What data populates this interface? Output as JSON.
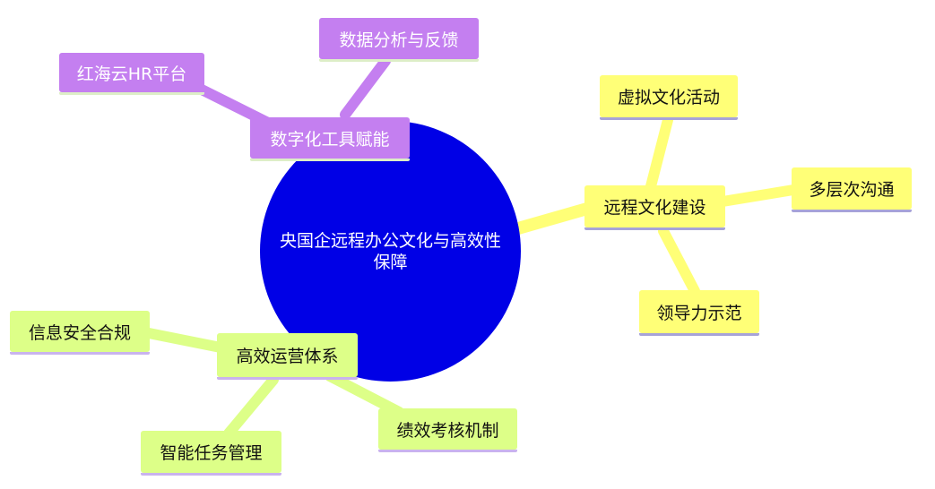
{
  "mindmap": {
    "root": {
      "label": "央国企远程办公文化与高效性保障",
      "color": "#0000e6"
    },
    "branches": [
      {
        "label": "数字化工具赋能",
        "color": "#c47ff0",
        "children": [
          "红海云HR平台",
          "数据分析与反馈"
        ]
      },
      {
        "label": "远程文化建设",
        "color": "#ffff77",
        "children": [
          "虚拟文化活动",
          "多层次沟通",
          "领导力示范"
        ]
      },
      {
        "label": "高效运营体系",
        "color": "#ddff88",
        "children": [
          "信息安全合规",
          "绩效考核机制",
          "智能任务管理"
        ]
      }
    ]
  }
}
